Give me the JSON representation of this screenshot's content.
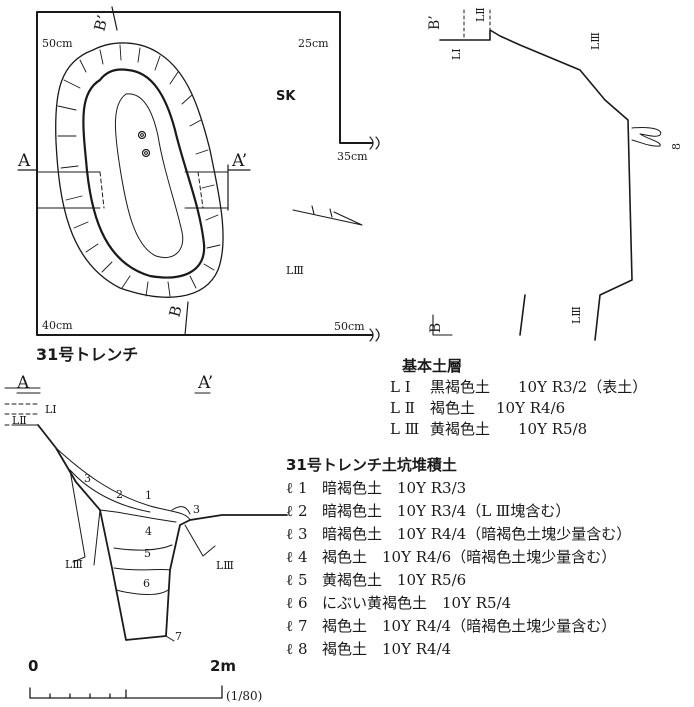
{
  "plan": {
    "corner_tl": "50cm",
    "corner_tr": "25cm",
    "corner_mr": "35cm",
    "corner_bl": "40cm",
    "corner_br": "50cm",
    "sk_label": "SK",
    "layer_label": "LⅢ",
    "section_a": "A",
    "section_a2": "A’",
    "section_b": "B",
    "section_b2": "B’",
    "trench_title": "31号トレンチ"
  },
  "profile_b": {
    "b_top": "B’",
    "b_bottom": "B",
    "l1": "LⅠ",
    "l2": "LⅡ",
    "l3_top": "LⅢ",
    "l3_bottom": "LⅢ",
    "num8": "8"
  },
  "profile_a": {
    "a_left": "A",
    "a_right": "A’",
    "li": "LI",
    "lii": "LⅡ",
    "liii_left": "LⅢ",
    "liii_right": "LⅢ",
    "n1": "1",
    "n2": "2",
    "n3a": "3",
    "n3b": "3",
    "n4": "4",
    "n5": "5",
    "n6": "6",
    "n7": "7"
  },
  "scale": {
    "zero": "0",
    "two": "2m",
    "ratio": "(1/80)"
  },
  "basic_layers": {
    "title": "基本土層",
    "rows": [
      {
        "code": "L Ⅰ",
        "name": "黒褐色土",
        "munsell": "10Y R3/2（表土）"
      },
      {
        "code": "L Ⅱ",
        "name": "褐色土",
        "munsell": "10Y R4/6"
      },
      {
        "code": "L Ⅲ",
        "name": "黄褐色土",
        "munsell": "10Y R5/8"
      }
    ]
  },
  "pit_fill": {
    "title": "31号トレンチ土坑堆積土",
    "rows": [
      {
        "code": "ℓ 1",
        "desc": "暗褐色土　10Y R3/3"
      },
      {
        "code": "ℓ 2",
        "desc": "暗褐色土　10Y R3/4（L Ⅲ塊含む）"
      },
      {
        "code": "ℓ 3",
        "desc": "暗褐色土　10Y R4/4（暗褐色土塊少量含む）"
      },
      {
        "code": "ℓ 4",
        "desc": "褐色土　10Y R4/6（暗褐色土塊少量含む）"
      },
      {
        "code": "ℓ 5",
        "desc": "黄褐色土　10Y R5/6"
      },
      {
        "code": "ℓ 6",
        "desc": "にぶい黄褐色土　10Y R5/4"
      },
      {
        "code": "ℓ 7",
        "desc": "褐色土　10Y R4/4（暗褐色土塊少量含む）"
      },
      {
        "code": "ℓ 8",
        "desc": "褐色土　10Y R4/4"
      }
    ]
  }
}
